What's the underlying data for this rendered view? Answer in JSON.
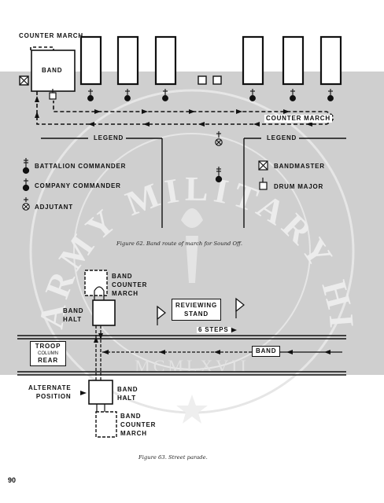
{
  "figure62": {
    "counter_march_top": "COUNTER MARCH",
    "band_label": "BAND",
    "counter_march_right": "COUNTER MARCH",
    "legend_left": "LEGEND",
    "legend_right": "LEGEND",
    "legend_left_items": [
      "BATTALION COMMANDER",
      "COMPANY COMMANDER",
      "ADJUTANT"
    ],
    "legend_right_items": [
      "BANDMASTER",
      "DRUM MAJOR"
    ],
    "caption": "Figure 62.  Band route of march for Sound Off."
  },
  "figure63": {
    "band_counter_march_top": "BAND\nCOUNTER\nMARCH",
    "band_halt_left": "BAND\nHALT",
    "reviewing_stand": "REVIEWING\nSTAND",
    "six_steps": "6  STEPS",
    "troop_column": "TROOP",
    "troop_column_small": "COLUMN",
    "troop_rear": "REAR",
    "band_right": "BAND",
    "alternate_position": "ALTERNATE\nPOSITION",
    "band_halt_right": "BAND\nHALT",
    "band_counter_march_bottom": "BAND\nCOUNTER\nMARCH",
    "caption": "Figure 63.  Street parade."
  },
  "watermark": {
    "arc_text": "ARMY MILITARY HISTORY INSTITUTE",
    "year": "MCMLXVII"
  },
  "page_number": "90"
}
